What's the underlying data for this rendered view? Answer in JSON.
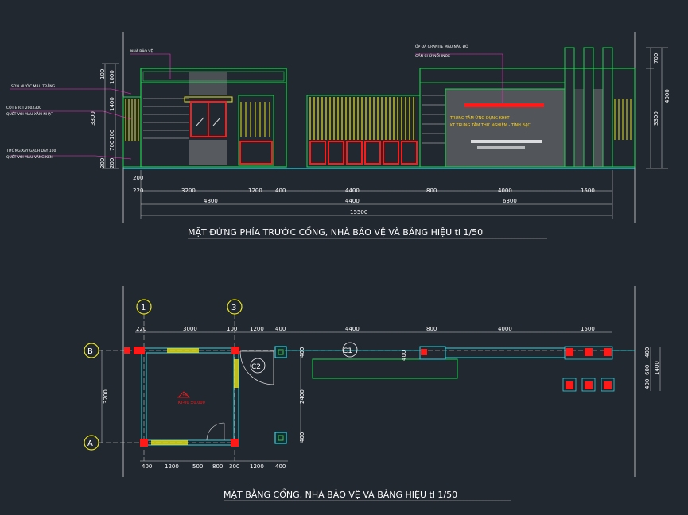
{
  "elevation": {
    "title": "MẶT ĐỨNG PHÍA TRƯỚC CỔNG, NHÀ BẢO VỆ VÀ BẢNG HIỆU tl 1/50",
    "notes": {
      "guard_house": "NHÀ BẢO VỆ",
      "paint": "SƠN NƯỚC MÀU TRẮNG",
      "column_1": "CỘT BTCT 200X300",
      "column_2": "QUÉT VÔI MÀU XÁM NHẠT",
      "wall_1": "TƯỜNG XÂY GẠCH DÀY 100",
      "wall_2": "QUÉT VÔI MÀU VÀNG KEM",
      "granite_1": "ỐP ĐÁ GRANITE MÀU NÂU ĐỎ",
      "granite_2": "GẮN CHỮ NỔI INOX"
    },
    "sign_lines": [
      "TRUNG TÂM ỨNG DỤNG KHKT",
      "KT TRUNG TÂM THỬ NGHIỆM - TỈNH BẠC"
    ],
    "left_heights": [
      "100",
      "1000",
      "1400",
      "3300",
      "100",
      "700",
      "200",
      "200"
    ],
    "right_heights": [
      "700",
      "4000",
      "3300"
    ],
    "row1": [
      "220",
      "3200",
      "1200",
      "400",
      "4400",
      "800",
      "4000",
      "1500"
    ],
    "row_small": "200",
    "row2": [
      "4800",
      "4400",
      "6300"
    ],
    "total": "15500"
  },
  "plan": {
    "title": "MẶT BẰNG CỔNG, NHÀ BẢO VỆ VÀ BẢNG HIỆU tl 1/50",
    "axes": {
      "col1": "1",
      "col2": "3",
      "rowB": "B",
      "rowA": "A"
    },
    "top_dims": [
      "220",
      "3000",
      "100",
      "1200",
      "400",
      "4400",
      "800",
      "4000",
      "1500"
    ],
    "bottom_dims": [
      "400",
      "1200",
      "500",
      "800",
      "300",
      "1200",
      "400"
    ],
    "left_dim": "3200",
    "mid_dims": [
      "400",
      "2400",
      "400"
    ],
    "door_tags": [
      "C1",
      "C2"
    ],
    "gate_dim": "400",
    "right_dims": [
      "400",
      "600",
      "400",
      "1400"
    ],
    "level_tag": "KT-00 ±0.000",
    "level_mark": "+0"
  },
  "colors": {
    "background": "#212830",
    "wall": "#19d64a",
    "fence": "#e8e41c",
    "plan_wall": "#2ad4e0",
    "column": "#ff1a1a"
  }
}
